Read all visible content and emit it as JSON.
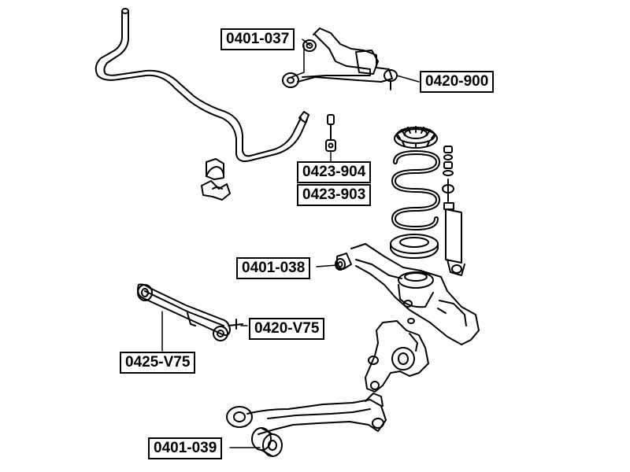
{
  "diagram": {
    "line_color": "#000000",
    "background": "#ffffff",
    "labels": {
      "upper_arm": "0401-037",
      "upper_arm_joint": "0420-900",
      "link_a": "0423-904",
      "link_b": "0423-903",
      "lower_bushing": "0401-038",
      "lateral_joint": "0420-V75",
      "lateral_arm": "0425-V75",
      "trailing_bushing": "0401-039"
    }
  }
}
